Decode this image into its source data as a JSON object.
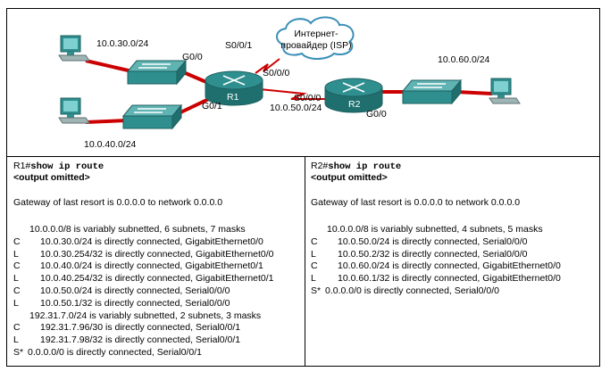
{
  "topology": {
    "cloud_label_line1": "Интернет-",
    "cloud_label_line2": "провайдер (ISP)",
    "network_left_top": "10.0.30.0/24",
    "network_left_bottom": "10.0.40.0/24",
    "network_right": "10.0.60.0/24",
    "network_wan": "10.0.50.0/24",
    "r1_label": "R1",
    "r2_label": "R2",
    "r1_g0_0": "G0/0",
    "r1_g0_1": "G0/1",
    "r1_s0_0_1": "S0/0/1",
    "r1_s0_0_0": "S0/0/0",
    "r2_s0_0_0": "S0/0/0",
    "r2_g0_0": "G0/0",
    "link_color": "#cc0000",
    "device_color": "#2f8f8f"
  },
  "r1_output": {
    "prompt": "R1#",
    "command": "show ip route",
    "omitted": "<output omitted>",
    "gateway": "Gateway of last resort is 0.0.0.0 to network 0.0.0.0",
    "routes": [
      {
        "code": "",
        "text": "10.0.0.0/8 is variably subnetted, 6 subnets, 7 masks",
        "indent": "header"
      },
      {
        "code": "C",
        "text": "10.0.30.0/24 is directly connected, GigabitEthernet0/0",
        "indent": "route"
      },
      {
        "code": "L",
        "text": "10.0.30.254/32 is directly connected, GigabitEthernet0/0",
        "indent": "route"
      },
      {
        "code": "C",
        "text": "10.0.40.0/24 is directly connected, GigabitEthernet0/1",
        "indent": "route"
      },
      {
        "code": "L",
        "text": "10.0.40.254/32 is directly connected, GigabitEthernet0/1",
        "indent": "route"
      },
      {
        "code": "C",
        "text": "10.0.50.0/24 is directly connected, Serial0/0/0",
        "indent": "route"
      },
      {
        "code": "L",
        "text": "10.0.50.1/32 is directly connected, Serial0/0/0",
        "indent": "route"
      },
      {
        "code": "",
        "text": "192.31.7.0/24 is variably subnetted, 2 subnets, 3 masks",
        "indent": "header"
      },
      {
        "code": "C",
        "text": "192.31.7.96/30 is directly connected, Serial0/0/1",
        "indent": "route"
      },
      {
        "code": "L",
        "text": "192.31.7.98/32 is directly connected, Serial0/0/1",
        "indent": "route"
      },
      {
        "code": "S*",
        "text": "0.0.0.0/0 is directly connected, Serial0/0/1",
        "indent": "default"
      }
    ]
  },
  "r2_output": {
    "prompt": "R2#",
    "command": "show ip route",
    "omitted": "<output omitted>",
    "gateway": "Gateway of last resort is 0.0.0.0 to network 0.0.0.0",
    "routes": [
      {
        "code": "",
        "text": "10.0.0.0/8 is variably subnetted, 4 subnets, 5 masks",
        "indent": "header"
      },
      {
        "code": "C",
        "text": "10.0.50.0/24 is directly connected, Serial0/0/0",
        "indent": "route"
      },
      {
        "code": "L",
        "text": "10.0.50.2/32 is directly connected, Serial0/0/0",
        "indent": "route"
      },
      {
        "code": "C",
        "text": "10.0.60.0/24 is directly connected, GigabitEthernet0/0",
        "indent": "route"
      },
      {
        "code": "L",
        "text": "10.0.60.1/32 is directly connected, GigabitEthernet0/0",
        "indent": "route"
      },
      {
        "code": "S*",
        "text": "0.0.0.0/0 is directly connected, Serial0/0/0",
        "indent": "default"
      }
    ]
  }
}
